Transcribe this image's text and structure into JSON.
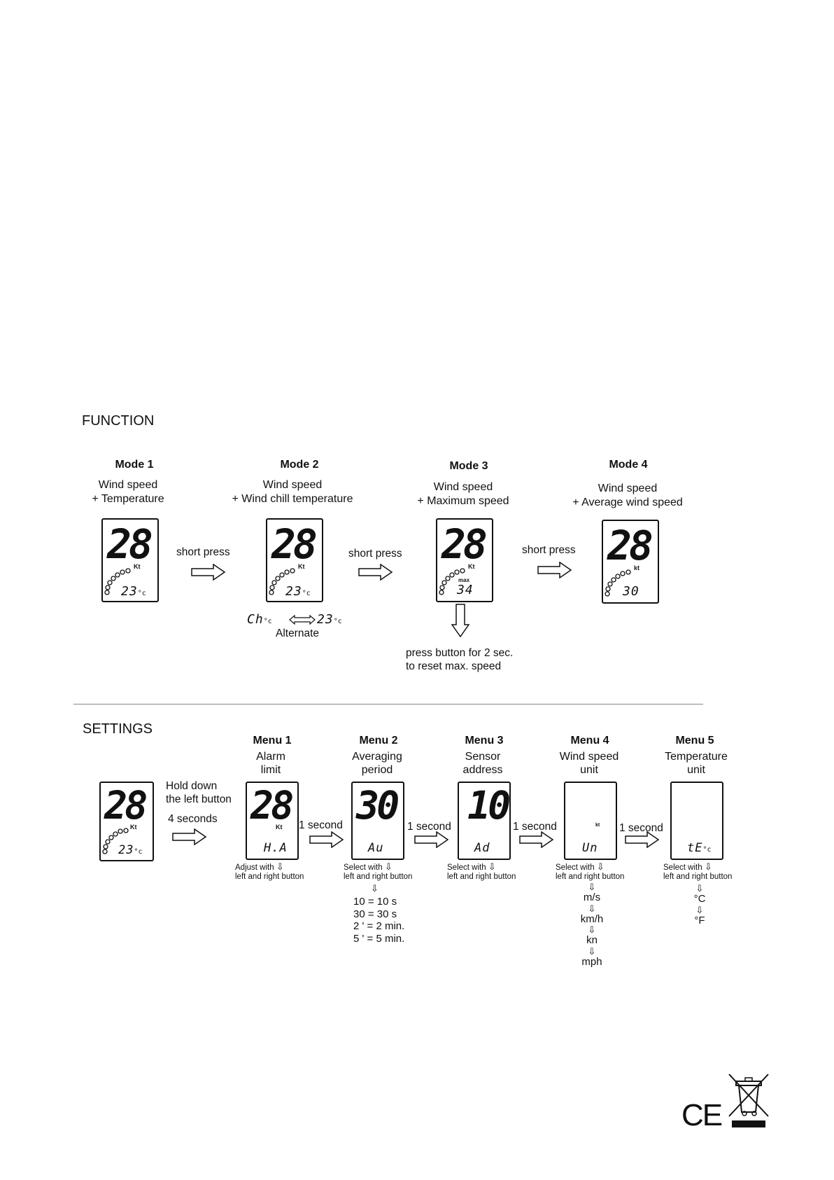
{
  "function": {
    "title": "FUNCTION",
    "modes": [
      {
        "name": "Mode 1",
        "desc1": "Wind speed",
        "desc2": "+ Temperature",
        "speed": "28",
        "unit": "Kt",
        "value": "23",
        "value_unit": "°c"
      },
      {
        "name": "Mode 2",
        "desc1": "Wind speed",
        "desc2": "+ Wind chill temperature",
        "speed": "28",
        "unit": "Kt",
        "value": "23",
        "value_unit": "°c"
      },
      {
        "name": "Mode 3",
        "desc1": "Wind speed",
        "desc2": "+ Maximum speed",
        "speed": "28",
        "unit": "Kt",
        "tag": "max",
        "value": "34"
      },
      {
        "name": "Mode 4",
        "desc1": "Wind speed",
        "desc2": "+ Average wind speed",
        "speed": "28",
        "unit": "kt",
        "value": "30"
      }
    ],
    "short_press": "short press",
    "alternate": {
      "left": "Ch",
      "left_unit": "°c",
      "right": "23",
      "right_unit": "°c",
      "label": "Alternate"
    },
    "reset_note1": "press button for 2 sec.",
    "reset_note2": "to reset max. speed"
  },
  "settings": {
    "title": "SETTINGS",
    "start_display": {
      "speed": "28",
      "unit": "Kt",
      "value": "23",
      "value_unit": "°c"
    },
    "hold1": "Hold down",
    "hold2": "the left button",
    "hold3": "4 seconds",
    "one_second": "1 second",
    "menus": [
      {
        "name": "Menu 1",
        "desc1": "Alarm",
        "desc2": "limit",
        "big": "28",
        "unit": "Kt",
        "code": "H.A",
        "note1": "Adjust with",
        "note2": "left and right button"
      },
      {
        "name": "Menu 2",
        "desc1": "Averaging",
        "desc2": "period",
        "big": "30",
        "unit": "",
        "code": "Au",
        "note1": "Select with",
        "note2": "left and right button"
      },
      {
        "name": "Menu 3",
        "desc1": "Sensor",
        "desc2": "address",
        "big": "10",
        "unit": "",
        "code": "Ad",
        "note1": "Select with",
        "note2": "left and right button"
      },
      {
        "name": "Menu 4",
        "desc1": "Wind speed",
        "desc2": "unit",
        "big": "",
        "unit": "kt",
        "code": "Un",
        "note1": "Select with",
        "note2": "left and right button"
      },
      {
        "name": "Menu 5",
        "desc1": "Temperature",
        "desc2": "unit",
        "big": "",
        "unit": "",
        "code": "tE",
        "code_unit": "°c",
        "note1": "Select with",
        "note2": "left and right button"
      }
    ],
    "averaging_options": [
      "10 = 10 s",
      "30 = 30 s",
      "2 ' = 2 min.",
      "5 ' = 5 min."
    ],
    "speed_units": [
      "m/s",
      "km/h",
      "kn",
      "mph"
    ],
    "temp_units": [
      "°C",
      "°F"
    ]
  },
  "marks": {
    "ce": "CE"
  }
}
